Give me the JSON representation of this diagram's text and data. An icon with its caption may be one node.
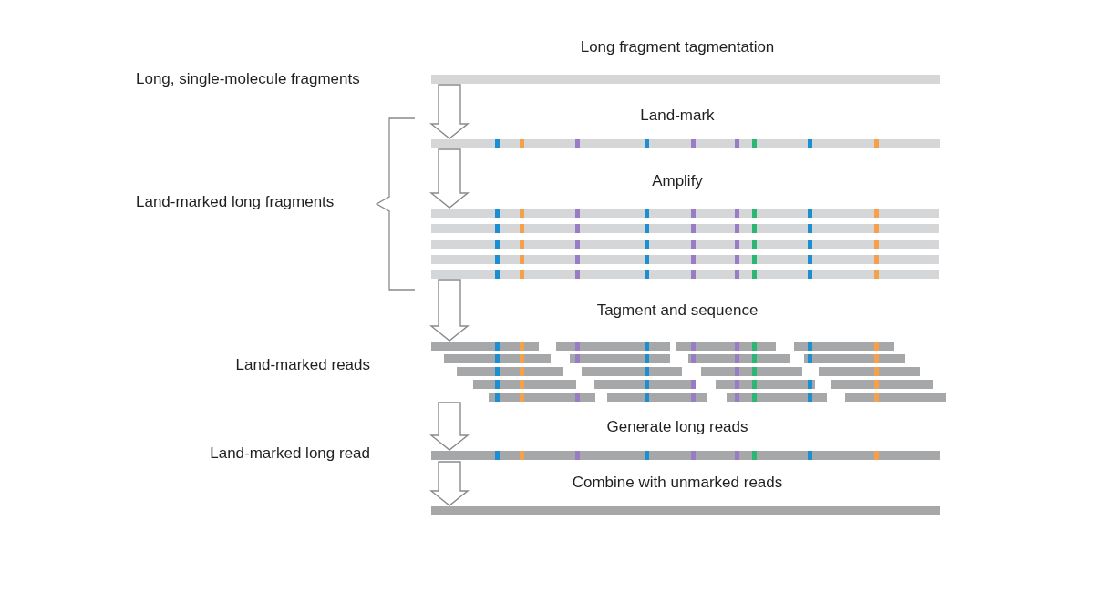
{
  "diagram": {
    "nodes": [
      {
        "text": [],
        "shape": "bar"
      },
      {
        "text": [],
        "shape": "bar"
      },
      {
        "text": [],
        "shape": "bar"
      },
      {
        "text": [],
        "shape": "bar"
      },
      {
        "text": [],
        "shape": "bar"
      },
      {
        "text": [],
        "shape": "bar"
      }
    ],
    "edges": [
      {
        "from": 0,
        "to": 1,
        "arrow": "to"
      },
      {
        "from": 1,
        "to": 2,
        "arrow": "to"
      },
      {
        "from": 2,
        "to": 3,
        "arrow": "to"
      },
      {
        "from": 3,
        "to": 4,
        "arrow": "to"
      },
      {
        "from": 4,
        "to": 5,
        "arrow": "to"
      }
    ],
    "labels": [
      "Long fragment tagmentation",
      "Long, single-molecule fragments",
      "Land-mark",
      "Amplify",
      "Land-marked long fragments",
      "Tagment and sequence",
      "Land-marked reads",
      "Generate long reads",
      "Land-marked long read",
      "Combine with unmarked reads"
    ]
  }
}
